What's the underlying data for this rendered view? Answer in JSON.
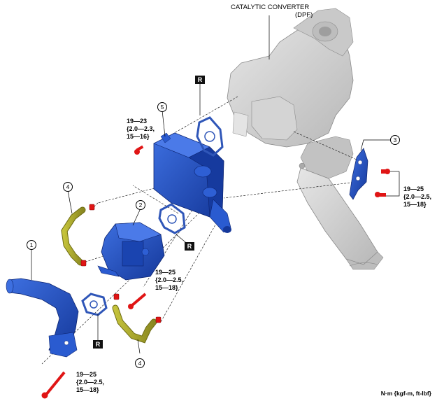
{
  "component_label": {
    "line1": "CATALYTIC CONVERTER",
    "line2": "(DPF)"
  },
  "callouts": {
    "c1": "1",
    "c2": "2",
    "c3": "3",
    "c4a": "4",
    "c4b": "4",
    "c5": "5"
  },
  "replace_marks": {
    "r_top": "R",
    "r_mid": "R",
    "r_low": "R"
  },
  "torques": {
    "t_top": {
      "l1": "19—23",
      "l2": "{2.0—2.3,",
      "l3": "15—16}"
    },
    "t_right": {
      "l1": "19—25",
      "l2": "{2.0—2.5,",
      "l3": "15—18}"
    },
    "t_mid": {
      "l1": "19—25",
      "l2": "{2.0—2.5,",
      "l3": "15—18}"
    },
    "t_bottom": {
      "l1": "19—25",
      "l2": "{2.0—2.5,",
      "l3": "15—18}"
    }
  },
  "unit_note": "N·m {kgf-m, ft-lbf}",
  "colors": {
    "cooler_blue": "#1f4fc8",
    "gasket_blue": "#3a63c8",
    "pipe_blue": "#2a5bd0",
    "hose_yellow": "#a8a62a",
    "bolt_red": "#e01515",
    "converter_gray": "#cfcfcf"
  }
}
